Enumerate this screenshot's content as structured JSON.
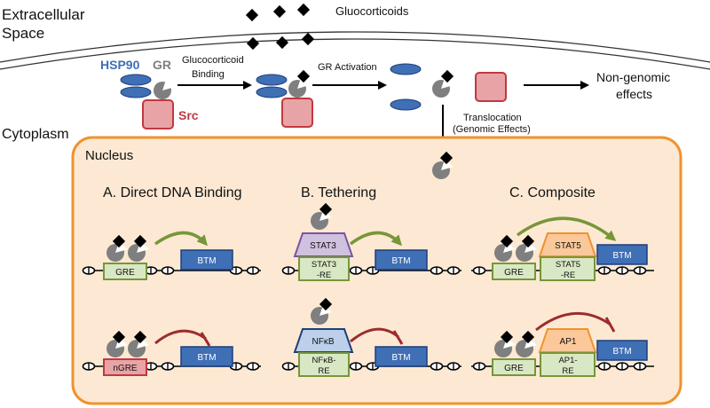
{
  "regions": {
    "extracellular_line1": "Extracellular",
    "extracellular_line2": "Space",
    "cytoplasm": "Cytoplasm",
    "nucleus": "Nucleus"
  },
  "labels": {
    "glucocorticoids": "Gluocorticoids",
    "hsp90": "HSP90",
    "gr": "GR",
    "src": "Src",
    "gc_binding_line1": "Glucocorticoid",
    "gc_binding_line2": "Binding",
    "gr_activation": "GR Activation",
    "non_genomic_line1": "Non-genomic",
    "non_genomic_line2": "effects",
    "translocation_line1": "Translocation",
    "translocation_line2": "(Genomic Effects)"
  },
  "sections": {
    "direct": "A. Direct DNA Binding",
    "tethering": "B. Tethering",
    "composite": "C. Composite"
  },
  "boxes": {
    "gre": "GRE",
    "ngre": "nGRE",
    "btm": "BTM",
    "stat3": "STAT3",
    "stat3_re_1": "STAT3",
    "stat3_re_2": "-RE",
    "nfkb": "NFκB",
    "nfkb_re_1": "NFκB-",
    "nfkb_re_2": "RE",
    "stat5": "STAT5",
    "stat5_re_1": "STAT5",
    "stat5_re_2": "-RE",
    "ap1": "AP1",
    "ap1_re_1": "AP1-",
    "ap1_re_2": "RE"
  },
  "colors": {
    "blue": "#3f6fb5",
    "blue_dark": "#1f3f7a",
    "gray": "#7f7f7f",
    "pink": "#e8a3a6",
    "red": "#c0393f",
    "orange": "#f0922e",
    "nucleus_fill": "#fde9d3",
    "green": "#77963a",
    "green_fill": "#d9e8c4",
    "dark_red": "#9b2d2d",
    "purple": "#7a55a0",
    "purple_fill": "#cfc1df",
    "lightblue_fill": "#bcd0ec",
    "orange_fill": "#fbc89a"
  }
}
